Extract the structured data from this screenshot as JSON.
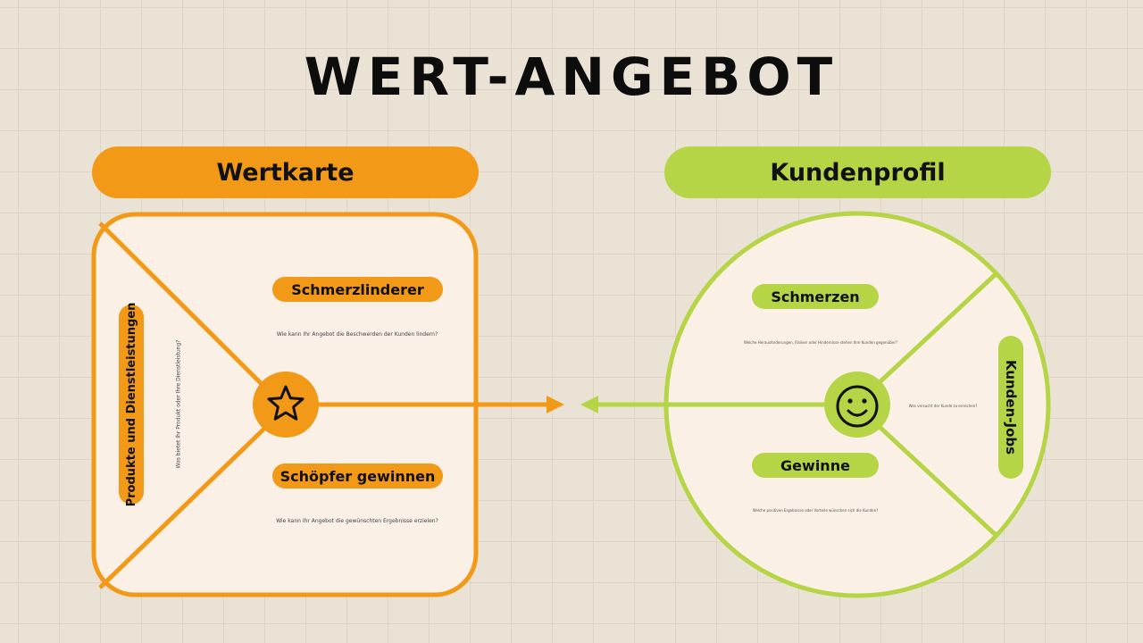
{
  "title": "WERT-ANGEBOT",
  "value_map": {
    "header": "Wertkarte",
    "products_label": "Produkte und Dienstleistungen",
    "products_question": "Was bietet Ihr Produkt oder Ihre Dienstleistung?",
    "pain_relievers_label": "Schmerzlinderer",
    "pain_relievers_question": "Wie kann Ihr Angebot die Beschwerden der Kunden lindern?",
    "gain_creators_label": "Schöpfer gewinnen",
    "gain_creators_question": "Wie kann Ihr Angebot die gewünschten Ergebnisse erzielen?",
    "icon": "star-icon"
  },
  "customer_profile": {
    "header": "Kundenprofil",
    "pains_label": "Schmerzen",
    "pains_question": "Welche Herausforderungen, Risiken oder Hindernisse stehen Ihre Kunden gegenüber?",
    "gains_label": "Gewinne",
    "gains_question": "Welche positiven Ergebnisse oder Vorteile wünschen sich die Kunden?",
    "jobs_label": "Kunden-Jobs",
    "jobs_question": "Was versucht der Kunde zu erreichen?",
    "icon": "smiley-icon"
  },
  "colors": {
    "background": "#ebe2d6",
    "orange": "#f29a17",
    "green": "#b5d546",
    "panel": "#faf0e6"
  }
}
